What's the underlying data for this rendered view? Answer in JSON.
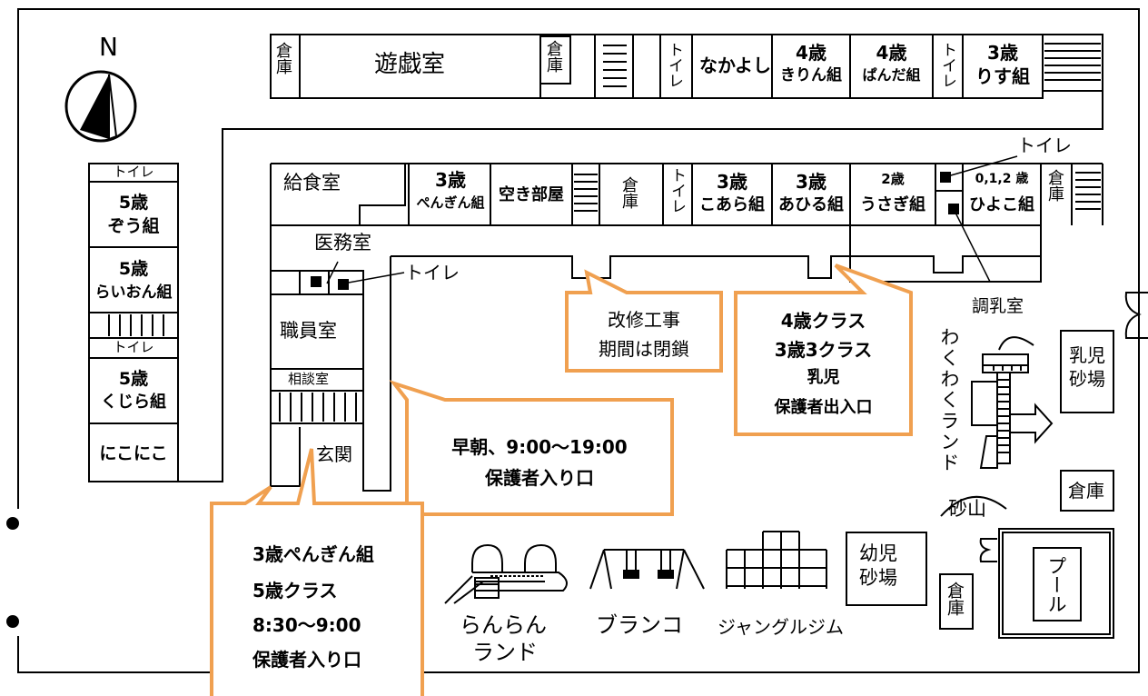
{
  "compass": {
    "label": "N"
  },
  "north_building": {
    "storage_a": "倉庫",
    "playroom": "遊戯室",
    "storage_b": "倉庫",
    "toilet": "トイレ",
    "nakayoshi": "なかよし",
    "kirin_age": "4歳",
    "kirin_name": "きりん組",
    "panda_age": "4歳",
    "panda_name": "ぱんだ組",
    "toilet2": "トイレ",
    "risu_age": "3歳",
    "risu_name": "りす組"
  },
  "middle_building": {
    "kitchen": "給食室",
    "penguin_age": "3歳",
    "penguin_name": "ぺんぎん組",
    "vacant": "空き部屋",
    "storage": "倉庫",
    "toilet": "トイレ",
    "koala_age": "3歳",
    "koala_name": "こあら組",
    "ahiru_age": "3歳",
    "ahiru_name": "あひる組",
    "usagi_age": "2歳",
    "usagi_name": "うさぎ組",
    "hiyoko_age": "0,1,2 歳",
    "hiyoko_name": "ひよこ組",
    "storage2": "倉庫",
    "toilet_label": "トイレ",
    "formula_room": "調乳室"
  },
  "office": {
    "medical": "医務室",
    "toilet": "トイレ",
    "staff_room": "職員室",
    "consult": "相談室",
    "entrance": "玄関"
  },
  "west_building": {
    "toilet_top": "トイレ",
    "zou_age": "5歳",
    "zou_name": "ぞう組",
    "raion_age": "5歳",
    "raion_name": "らいおん組",
    "toilet_mid": "トイレ",
    "kujira_age": "5歳",
    "kujira_name": "くじら組",
    "nikoniko": "にこにこ"
  },
  "yard": {
    "wakuwaku": "わくわくランド",
    "infant_sandbox": "乳児砂場",
    "storage": "倉庫",
    "sand_hill": "砂山",
    "toddler_sandbox": "幼児砂場",
    "storage2": "倉庫",
    "pool": "プール",
    "ranran_1": "らんらん",
    "ranran_2": "ランド",
    "swing": "ブランコ",
    "jungle_gym": "ジャングルジム"
  },
  "callouts": {
    "renovation_1": "改修工事",
    "renovation_2": "期間は閉鎖",
    "east_entry_1": "4歳クラス",
    "east_entry_2": "3歳3クラス",
    "east_entry_3": "乳児",
    "east_entry_4": "保護者出入口",
    "early_1": "早朝、9:00～19:00",
    "early_2": "保護者入り口",
    "penguin_entry_1": "3歳ぺんぎん組",
    "penguin_entry_2": "5歳クラス",
    "penguin_entry_3": "8:30～9:00",
    "penguin_entry_4": "保護者入り口"
  },
  "colors": {
    "callout_border": "#f0a050",
    "line": "#000000"
  }
}
